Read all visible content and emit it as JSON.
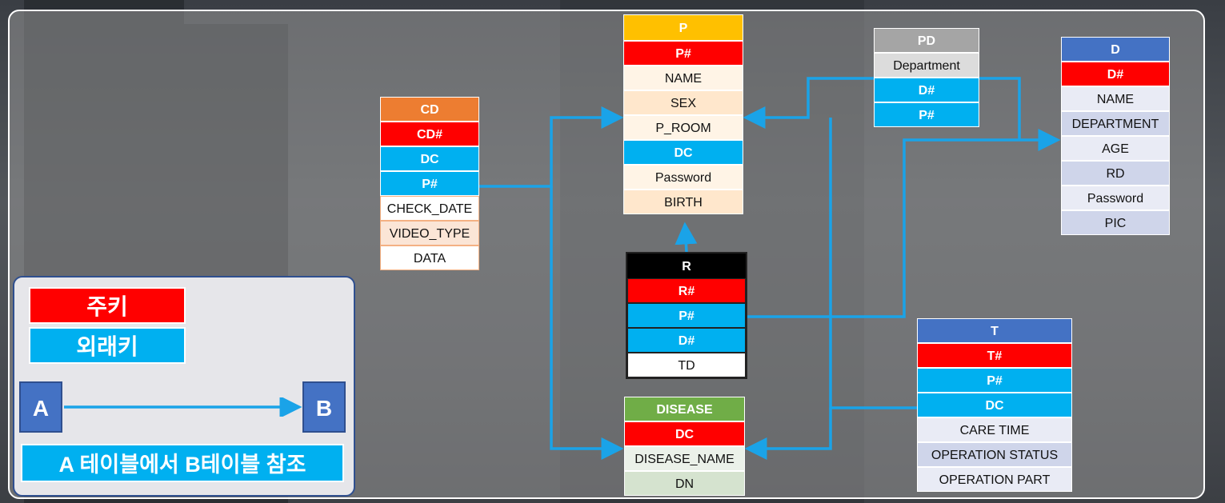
{
  "colors": {
    "primary_key": "#ff0000",
    "foreign_key": "#00b0f0",
    "arrow": "#1aa3e8"
  },
  "tables": {
    "cd": {
      "header": "CD",
      "fields": [
        "CD#",
        "DC",
        "P#",
        "CHECK_DATE",
        "VIDEO_TYPE",
        "DATA"
      ]
    },
    "p": {
      "header": "P",
      "fields": [
        "P#",
        "NAME",
        "SEX",
        "P_ROOM",
        "DC",
        "Password",
        "BIRTH"
      ]
    },
    "pd": {
      "header": "PD",
      "fields": [
        "Department",
        "D#",
        "P#"
      ]
    },
    "d": {
      "header": "D",
      "fields": [
        "D#",
        "NAME",
        "DEPARTMENT",
        "AGE",
        "RD",
        "Password",
        "PIC"
      ]
    },
    "r": {
      "header": "R",
      "fields": [
        "R#",
        "P#",
        "D#",
        "TD"
      ]
    },
    "disease": {
      "header": "DISEASE",
      "fields": [
        "DC",
        "DISEASE_NAME",
        "DN"
      ]
    },
    "t": {
      "header": "T",
      "fields": [
        "T#",
        "P#",
        "DC",
        "CARE TIME",
        "OPERATION STATUS",
        "OPERATION PART"
      ]
    }
  },
  "legend": {
    "primary_key_label": "주키",
    "foreign_key_label": "외래키",
    "a_label": "A",
    "b_label": "B",
    "caption": "A 테이블에서 B테이블 참조"
  }
}
